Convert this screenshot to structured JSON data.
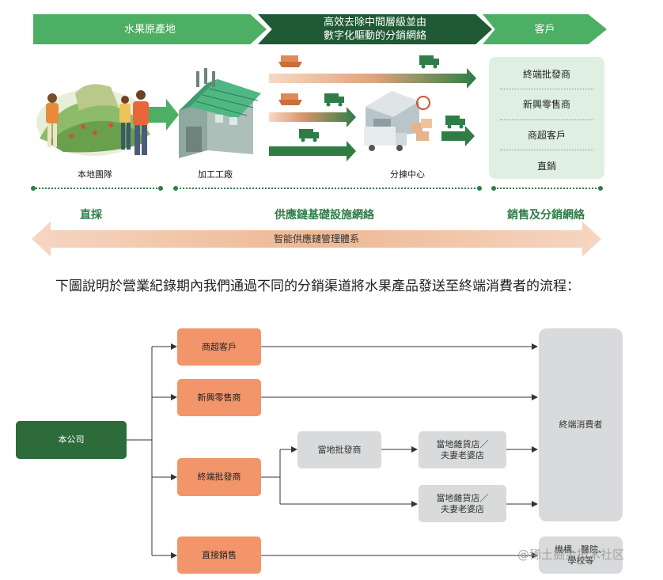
{
  "banner": {
    "origin": "水果原產地",
    "middle_line1": "高效去除中間層級並由",
    "middle_line2": "數字化驅動的分銷網絡",
    "customers": "客戶"
  },
  "stages": {
    "local_team": "本地團隊",
    "factory": "加工工廠",
    "sorting_center": "分揀中心"
  },
  "customer_types": [
    "終端批發商",
    "新興零售商",
    "商超客戶",
    "直銷"
  ],
  "sections": {
    "direct": "直採",
    "infrastructure": "供應鏈基礎設施網絡",
    "sales": "銷售及分銷網絡",
    "smart_system": "智能供應鏈管理體系"
  },
  "paragraph": "下圖說明於營業紀錄期內我們通過不同的分銷渠道將水果產品發送至終端消費者的流程：",
  "flow": {
    "company": "本公司",
    "channels": [
      "商超客戶",
      "新興零售商",
      "終端批發商",
      "直接銷售"
    ],
    "local_wholesaler": "當地批發商",
    "shop1_line1": "當地雜貨店／",
    "shop1_line2": "夫妻老婆店",
    "shop2_line1": "當地雜貨店／",
    "shop2_line2": "夫妻老婆店",
    "end_consumer": "終端消費者",
    "institution_line1": "機構、醫院、",
    "institution_line2": "學校等"
  },
  "watermark": "@稀土掘金技术社区",
  "colors": {
    "light_green": "#4caf64",
    "dark_green": "#1f5a35",
    "orange": "#f2956b",
    "gray": "#d9dadb",
    "peach": "#f2c9b0"
  }
}
